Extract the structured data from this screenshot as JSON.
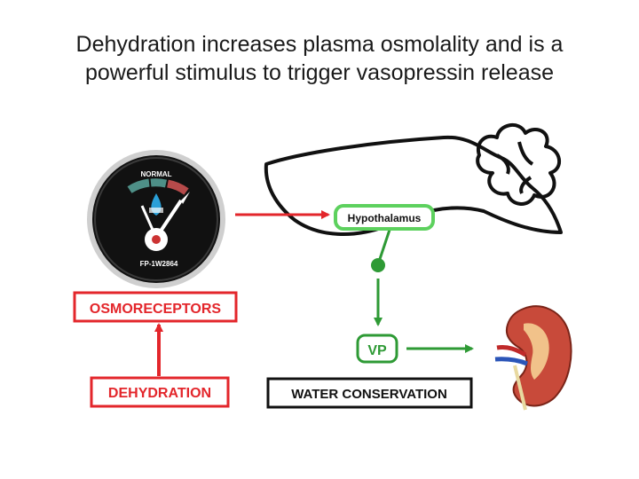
{
  "title": {
    "line1": "Dehydration increases plasma osmolality and is a",
    "line2": "powerful stimulus to trigger vasopressin release"
  },
  "gauge": {
    "top_label": "NORMAL",
    "bottom_label": "FP-1W2864"
  },
  "boxes": {
    "osmoreceptors": "OSMORECEPTORS",
    "dehydration": "DEHYDRATION",
    "hypothalamus": "Hypothalamus",
    "vp": "VP",
    "water_conservation": "WATER CONSERVATION"
  },
  "colors": {
    "red": "#e3262b",
    "green": "#2e9a35",
    "green_light": "#5dd15e",
    "gauge_face": "#111111",
    "gauge_teal": "#4e8f87",
    "gauge_red": "#b64a4a"
  }
}
